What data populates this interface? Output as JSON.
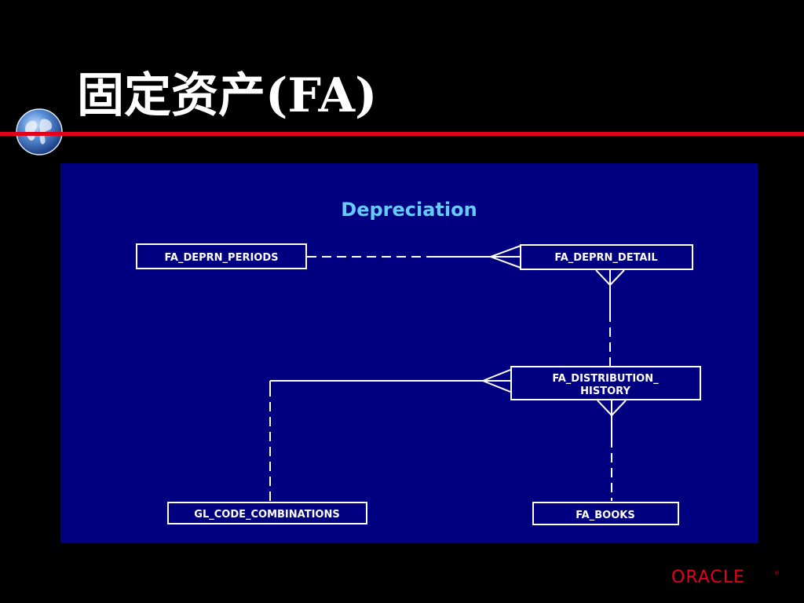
{
  "slide": {
    "title": "固定资产(FA)"
  },
  "diagram": {
    "title": "Depreciation",
    "entities": {
      "deprn_periods": "FA_DEPRN_PERIODS",
      "deprn_detail": "FA_DEPRN_DETAIL",
      "distribution_history_line1": "FA_DISTRIBUTION_",
      "distribution_history_line2": "HISTORY",
      "gl_code_combinations": "GL_CODE_COMBINATIONS",
      "books": "FA_BOOKS"
    }
  },
  "logo": {
    "text": "ORACLE",
    "mark": "®"
  },
  "colors": {
    "background": "#000000",
    "panel": "#000080",
    "rule": "#e3001b",
    "diagram_title": "#66ccff",
    "lines": "#ffffff"
  }
}
